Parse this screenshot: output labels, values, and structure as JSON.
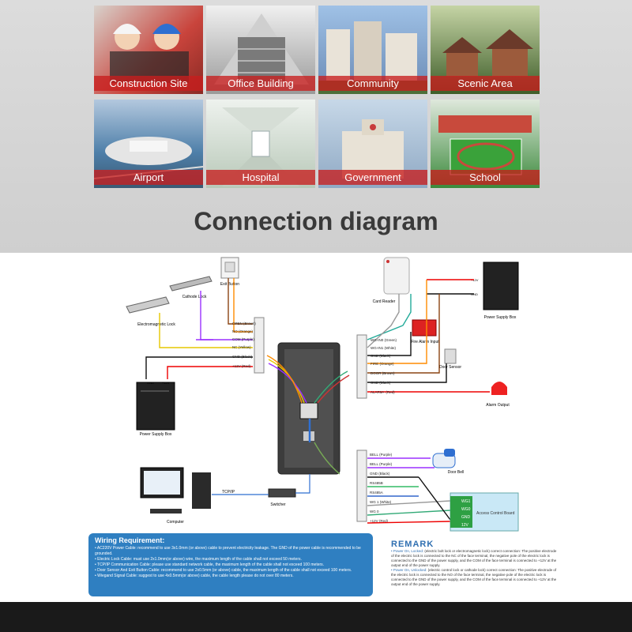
{
  "applications": [
    {
      "label": "Construction Site",
      "color": "#c9443c"
    },
    {
      "label": "Office Building",
      "color": "#8c8c8c"
    },
    {
      "label": "Community",
      "color": "#6b8bb5"
    },
    {
      "label": "Scenic Area",
      "color": "#5d7a3a"
    },
    {
      "label": "Airport",
      "color": "#4e7fa9"
    },
    {
      "label": "Hospital",
      "color": "#b8c8b8"
    },
    {
      "label": "Government",
      "color": "#8fa9c4"
    },
    {
      "label": "School",
      "color": "#3c8a3c"
    }
  ],
  "headline": "Connection diagram",
  "components": {
    "exit_button": "Exit Button",
    "cathode_lock": "Cathode Lock",
    "electromagnetic_lock": "Electromagnetic Lock",
    "power_supply_left": "Power Supply Box",
    "computer": "Computer",
    "switcher": "Switcher",
    "tcpip": "TCP/IP",
    "card_reader": "Card Reader",
    "power_supply_right": "Power Supply Box",
    "fire_alarm": "Fire Alarm Input",
    "door_sensor": "Door Sensor",
    "alarm_output": "Alarm Output",
    "door_bell": "Door Bell",
    "access_board": "Access Control Board",
    "gnd_left": "GND",
    "v12_left": "+12V",
    "v12_right": "+12V",
    "gnd_right": "GND"
  },
  "left_terminals": [
    "OPEN (Brown)",
    "NO (Orange)",
    "COM (Purple)",
    "NC (Yellow)",
    "GND (Black)",
    "+12V (Red)"
  ],
  "right_terminals_top": [
    "WG-IN0 (Green)",
    "WG-IN1 (White)",
    "GND (Black)",
    "FIRE (Orange)",
    "DOOR (Brown)",
    "GND (Black)",
    "ALARM+ (Red)"
  ],
  "right_terminals_bottom": [
    "BELL (Purple)",
    "BELL (Purple)",
    "GND (Black)",
    "RS485B",
    "RS485A",
    "WG 1 (White)",
    "WG 0",
    "+12V (Red)"
  ],
  "board_pins": [
    "WG1",
    "WG0",
    "GND",
    "12V"
  ],
  "wiring": {
    "title": "Wiring Requirement:",
    "lines": [
      "• AC220V Power Cable: recommend to use 3x1.0mm (or above) cable to prevent electricity leakage. The GND of the power cable is recommended to be grounded.",
      "• Electric Lock Cable: must use 2x1.0mm(or above) wire, the maximum length of the cable shall not exceed 50 meters.",
      "• TCP/IP Communication Cable: please use standard network cable, the maximum length of the cable shall not exceed 100 meters.",
      "• Door Sensor And Exit Button Cable: recommend to use 2x0.5mm (or above) cable, the maximum length of the cable shall not exceed 100 meters.",
      "• Wiegand Signal Cable: suggest to use 4x0.5mm(or above) cable, the cable length please do not over 80 meters."
    ]
  },
  "remark": {
    "title": "REMARK",
    "item1_head": "• Power On, Locked:",
    "item1_text": "(electric bolt lock or electromagnetic lock) correct connection: The positive electrode of the electric lock is connected to the NC of the face terminal, the negative pole of the electric lock is connected to the GND of the power supply, and the COM of the face terminal is connected to +12V at the output end of the power supply.",
    "item2_head": "• Power On, Unlocked:",
    "item2_text": "(electric control lock or cathode lock) correct connection: The positive electrode of the electric lock is connected to the NO of the face terminal, the negative pole of the electric lock is connected to the GND of the power supply, and the COM of the face terminal is connected to +12V at the output end of the power supply."
  }
}
